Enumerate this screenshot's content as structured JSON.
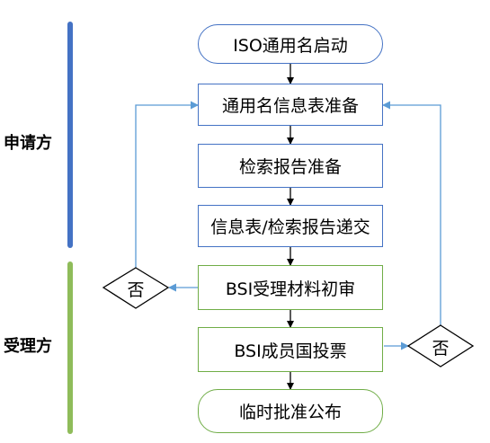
{
  "lanes": {
    "applicant": {
      "label": "申请方",
      "color": "#4472c4"
    },
    "acceptor": {
      "label": "受理方",
      "color": "#8fbc5a"
    }
  },
  "nodes": {
    "start": "ISO通用名启动",
    "prepare_info": "通用名信息表准备",
    "prepare_search": "检索报告准备",
    "submit": "信息表/检索报告递交",
    "bsi_review": "BSI受理材料初审",
    "bsi_vote": "BSI成员国投票",
    "publish": "临时批准公布"
  },
  "decisions": {
    "left_no": "否",
    "right_no": "否"
  },
  "colors": {
    "applicant_border": "#4472c4",
    "acceptor_border": "#70ad47",
    "arrow_main": "#000000",
    "arrow_feedback": "#5b9bd5"
  }
}
